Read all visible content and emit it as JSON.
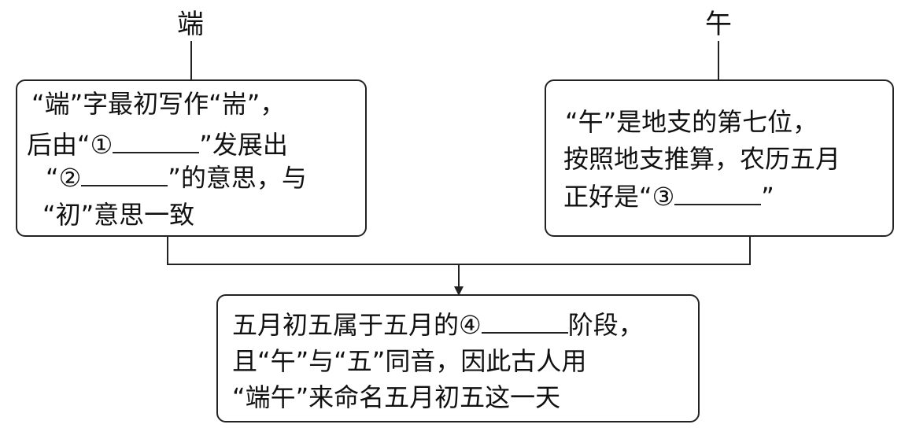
{
  "headers": {
    "left": "端",
    "right": "午"
  },
  "box_left": {
    "line1": "“端”字最初写作“耑”，",
    "line2_pre": "后由“",
    "line2_num": "①",
    "line2_post": "”发展出",
    "line3_pre": "“",
    "line3_num": "②",
    "line3_post": "”的意思，与",
    "line4": "“初”意思一致"
  },
  "box_right": {
    "line1": "“午”是地支的第七位，",
    "line2": "按照地支推算，农历五月",
    "line3_pre": "正好是“",
    "line3_num": "③",
    "line3_post": "”"
  },
  "box_bottom": {
    "line1_pre": "五月初五属于五月的",
    "line1_num": "④",
    "line1_post": "阶段，",
    "line2": "且“午”与“五”同音，因此古人用",
    "line3": "“端午”来命名五月初五这一天"
  }
}
